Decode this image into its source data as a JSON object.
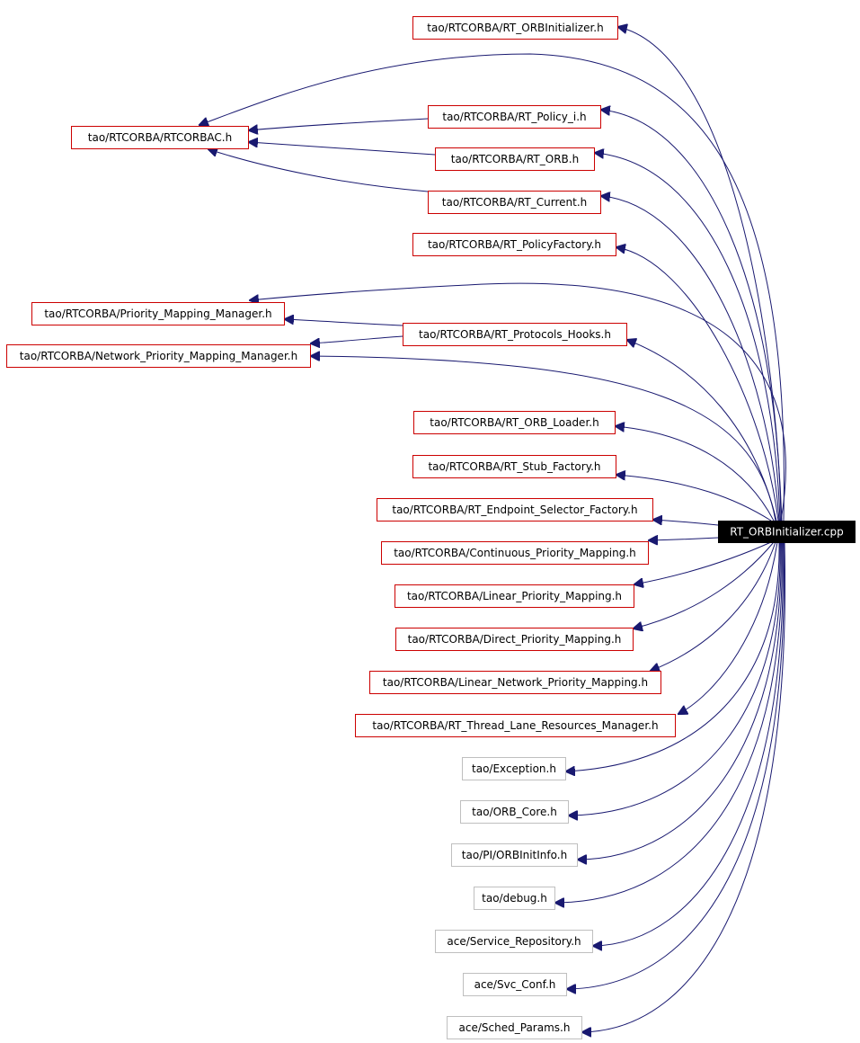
{
  "diagram": {
    "root": {
      "label": "RT_ORBInitializer.cpp",
      "fill": "#000000",
      "text_color": "#ffffff"
    },
    "colors": {
      "documented_border": "#cc0000",
      "undocumented_border": "#bfbfbf",
      "edge": "#191970",
      "node_fill": "#ffffff",
      "text": "#000000"
    },
    "nodes": [
      {
        "id": "rt_orbinitializer_h",
        "label": "tao/RTCORBA/RT_ORBInitializer.h",
        "documented": true
      },
      {
        "id": "rtcorbac_h",
        "label": "tao/RTCORBA/RTCORBAC.h",
        "documented": true
      },
      {
        "id": "rt_policy_i_h",
        "label": "tao/RTCORBA/RT_Policy_i.h",
        "documented": true
      },
      {
        "id": "rt_orb_h",
        "label": "tao/RTCORBA/RT_ORB.h",
        "documented": true
      },
      {
        "id": "rt_current_h",
        "label": "tao/RTCORBA/RT_Current.h",
        "documented": true
      },
      {
        "id": "rt_policyfactory_h",
        "label": "tao/RTCORBA/RT_PolicyFactory.h",
        "documented": true
      },
      {
        "id": "priority_mapping_manager_h",
        "label": "tao/RTCORBA/Priority_Mapping_Manager.h",
        "documented": true
      },
      {
        "id": "rt_protocols_hooks_h",
        "label": "tao/RTCORBA/RT_Protocols_Hooks.h",
        "documented": true
      },
      {
        "id": "network_priority_mapping_manager_h",
        "label": "tao/RTCORBA/Network_Priority_Mapping_Manager.h",
        "documented": true
      },
      {
        "id": "rt_orb_loader_h",
        "label": "tao/RTCORBA/RT_ORB_Loader.h",
        "documented": true
      },
      {
        "id": "rt_stub_factory_h",
        "label": "tao/RTCORBA/RT_Stub_Factory.h",
        "documented": true
      },
      {
        "id": "rt_endpoint_selector_factory_h",
        "label": "tao/RTCORBA/RT_Endpoint_Selector_Factory.h",
        "documented": true
      },
      {
        "id": "continuous_priority_mapping_h",
        "label": "tao/RTCORBA/Continuous_Priority_Mapping.h",
        "documented": true
      },
      {
        "id": "linear_priority_mapping_h",
        "label": "tao/RTCORBA/Linear_Priority_Mapping.h",
        "documented": true
      },
      {
        "id": "direct_priority_mapping_h",
        "label": "tao/RTCORBA/Direct_Priority_Mapping.h",
        "documented": true
      },
      {
        "id": "linear_network_priority_mapping_h",
        "label": "tao/RTCORBA/Linear_Network_Priority_Mapping.h",
        "documented": true
      },
      {
        "id": "rt_thread_lane_resources_manager_h",
        "label": "tao/RTCORBA/RT_Thread_Lane_Resources_Manager.h",
        "documented": true
      },
      {
        "id": "exception_h",
        "label": "tao/Exception.h",
        "documented": false
      },
      {
        "id": "orb_core_h",
        "label": "tao/ORB_Core.h",
        "documented": false
      },
      {
        "id": "orbinitinfo_h",
        "label": "tao/PI/ORBInitInfo.h",
        "documented": false
      },
      {
        "id": "debug_h",
        "label": "tao/debug.h",
        "documented": false
      },
      {
        "id": "service_repository_h",
        "label": "ace/Service_Repository.h",
        "documented": false
      },
      {
        "id": "svc_conf_h",
        "label": "ace/Svc_Conf.h",
        "documented": false
      },
      {
        "id": "sched_params_h",
        "label": "ace/Sched_Params.h",
        "documented": false
      }
    ],
    "edges": [
      {
        "from": "root",
        "to": "rt_orbinitializer_h"
      },
      {
        "from": "root",
        "to": "rtcorbac_h"
      },
      {
        "from": "root",
        "to": "rt_policy_i_h"
      },
      {
        "from": "root",
        "to": "rt_orb_h"
      },
      {
        "from": "root",
        "to": "rt_current_h"
      },
      {
        "from": "root",
        "to": "rt_policyfactory_h"
      },
      {
        "from": "root",
        "to": "priority_mapping_manager_h"
      },
      {
        "from": "root",
        "to": "rt_protocols_hooks_h"
      },
      {
        "from": "root",
        "to": "network_priority_mapping_manager_h"
      },
      {
        "from": "root",
        "to": "rt_orb_loader_h"
      },
      {
        "from": "root",
        "to": "rt_stub_factory_h"
      },
      {
        "from": "root",
        "to": "rt_endpoint_selector_factory_h"
      },
      {
        "from": "root",
        "to": "continuous_priority_mapping_h"
      },
      {
        "from": "root",
        "to": "linear_priority_mapping_h"
      },
      {
        "from": "root",
        "to": "direct_priority_mapping_h"
      },
      {
        "from": "root",
        "to": "linear_network_priority_mapping_h"
      },
      {
        "from": "root",
        "to": "rt_thread_lane_resources_manager_h"
      },
      {
        "from": "root",
        "to": "exception_h"
      },
      {
        "from": "root",
        "to": "orb_core_h"
      },
      {
        "from": "root",
        "to": "orbinitinfo_h"
      },
      {
        "from": "root",
        "to": "debug_h"
      },
      {
        "from": "root",
        "to": "service_repository_h"
      },
      {
        "from": "root",
        "to": "svc_conf_h"
      },
      {
        "from": "root",
        "to": "sched_params_h"
      },
      {
        "from": "rt_policy_i_h",
        "to": "rtcorbac_h"
      },
      {
        "from": "rt_orb_h",
        "to": "rtcorbac_h"
      },
      {
        "from": "rt_current_h",
        "to": "rtcorbac_h"
      },
      {
        "from": "rt_protocols_hooks_h",
        "to": "priority_mapping_manager_h"
      },
      {
        "from": "rt_protocols_hooks_h",
        "to": "network_priority_mapping_manager_h"
      }
    ]
  }
}
